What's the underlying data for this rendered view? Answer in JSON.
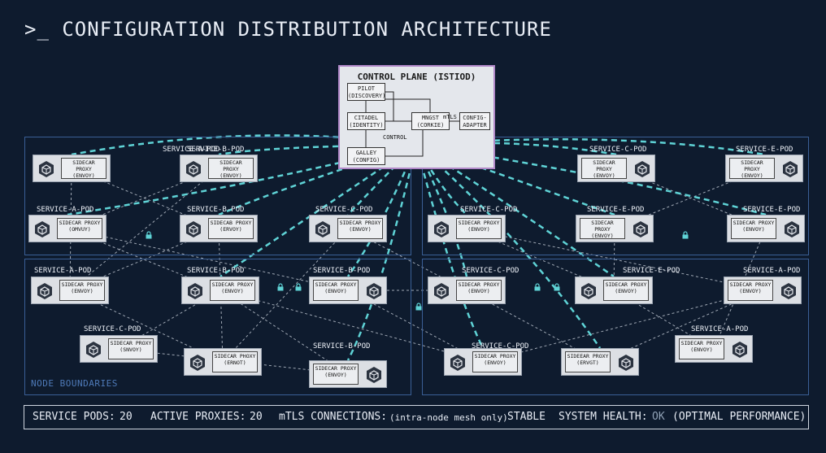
{
  "title": ">_ CONFIGURATION DISTRIBUTION ARCHITECTURE",
  "control_plane": {
    "title": "CONTROL PLANE (ISTIOD)",
    "pilot": "PILOT\n(DISCOVERY)",
    "citadel": "CITADEL\n(IDENTITY)",
    "galley": "GALLEY\n(CONFIG)",
    "mngst": "MNGST\n(CORKIE)",
    "config_adapter": "CONFIG-\nADAPTER",
    "mtls": "mTLS",
    "control": "CONTROL"
  },
  "node_label": "NODE BOUNDARIES",
  "pods": [
    {
      "name": "SERVICE-A-POD",
      "proxy": "SIDECAR\nPROXY\n(ENVOY)"
    },
    {
      "name": "SERVICE-B-POD",
      "proxy": "SIDECAR\nPROXY\n(ENVOY)"
    },
    {
      "name": "SERVICE-A-POD",
      "proxy": "SIDECAR PROXY\n(OMVUY)"
    },
    {
      "name": "SERVICE-B-POD",
      "proxy": "SIDECAB PROXY\n(ERVOY)"
    },
    {
      "name": "SERVICE-C-POD",
      "proxy": "SIDECAR PROXY\n(ENVOY)"
    },
    {
      "name": "SERVICE-A-POD",
      "proxy": "SIDECAR PROXY\n(ENVOY)"
    },
    {
      "name": "SERVICE-B-POD",
      "proxy": "SIDECAR PROXY\n(ENVOY)"
    },
    {
      "name": "SERVICE-B-POD",
      "proxy": "SIDECAR PROXY\n(ENVOY)"
    },
    {
      "name": "SERVICE-C-POD",
      "proxy": "SIDECAR PROXY\n(SNVOY)"
    },
    {
      "name": "",
      "proxy": "SIDECAR PHOXY\n(ERNOT)"
    },
    {
      "name": "SERVICE-B-POD",
      "proxy": "SIDECAR PROXY\n(ENVOY)"
    },
    {
      "name": "SERVICE-C-POD",
      "proxy": "SIDECAR\nPROXY\n(ENVOY)"
    },
    {
      "name": "SERVICE-E-POD",
      "proxy": "SIDECAR\nPROXY\n(ENVOY)"
    },
    {
      "name": "SERVICE-C-POD",
      "proxy": "SIDECAR PROXY\n(ENVOY)"
    },
    {
      "name": "SERVICE-E-POD",
      "proxy": "SIDECAR\nPROXY\n(ENVOY)"
    },
    {
      "name": "SERVICE-E-POD",
      "proxy": "SIDECAR PROXY\n(ENVOY)"
    },
    {
      "name": "SERVICE-C-POD",
      "proxy": "SIDECAR PROXY\n(ENVOY)"
    },
    {
      "name": "SERVICE-E-POD",
      "proxy": "SIDECAR PROXY\n(ENVOY)"
    },
    {
      "name": "SERVICE-A-POD",
      "proxy": "SIDECAR PROXY\n(ENVOY)"
    },
    {
      "name": "SERVICE-C-POD",
      "proxy": "SIDECAR PROXY\n(ENVOY)"
    },
    {
      "name": "",
      "proxy": "SIDEEAR PROXY\n(ERVGT)"
    },
    {
      "name": "SERVICE-A-POD",
      "proxy": "SIDECAR PROXY\n(ENVOY)"
    }
  ],
  "status": {
    "pods_label": "SERVICE PODS:",
    "pods_value": "20",
    "proxies_label": "ACTIVE PROXIES:",
    "proxies_value": "20",
    "mtls_label": "mTLS CONNECTIONS:",
    "mtls_value": "(intra-node mesh only)",
    "state": "STABLE",
    "health_label": "SYSTEM HEALTH:",
    "health_value": "OK",
    "health_note": "(OPTIMAL PERFORMANCE)"
  },
  "colors": {
    "config_line": "#5fd3d6",
    "mesh_line": "#cfd6e0",
    "node_border": "#3a5f96",
    "accent": "#b06ad4"
  }
}
